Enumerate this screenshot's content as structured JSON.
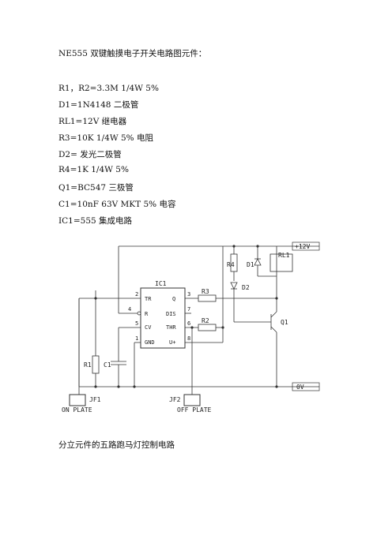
{
  "title": "NE555 双键触摸电子开关电路图元件：",
  "parts": [
    "R1，R2=3.3M 1/4W 5%",
    "D1=1N4148  二极管",
    "RL1=12V  继电器",
    "R3=10K 1/4W 5%  电阻",
    "D2=  发光二极管",
    "R4=1K 1/4W 5%",
    "Q1=BC547    三极管",
    "C1=10nF 63V MKT 5%  电容",
    "IC1=555  集成电路"
  ],
  "schematic": {
    "ic_name": "IC1",
    "pins": {
      "p2": "2",
      "tr": "TR",
      "p3": "3",
      "q": "Q",
      "p4": "4",
      "r": "R",
      "dis": "DIS",
      "p7": "7",
      "p5": "5",
      "cv": "CV",
      "thr": "THR",
      "p6": "6",
      "p1": "1",
      "gnd": "GND",
      "vplus": "U+",
      "p8": "8"
    },
    "labels": {
      "r1": "R1",
      "r2": "R2",
      "r3": "R3",
      "r4": "R4",
      "c1": "C1",
      "d1": "D1",
      "d2": "D2",
      "rl1": "RL1",
      "q1": "Q1",
      "jf1": "JF1",
      "jf2": "JF2",
      "on_plate": "ON PLATE",
      "off_plate": "OFF PLATE",
      "vcc": "+12V",
      "gnd_rail": "0V"
    }
  },
  "caption": "分立元件的五路跑马灯控制电路"
}
